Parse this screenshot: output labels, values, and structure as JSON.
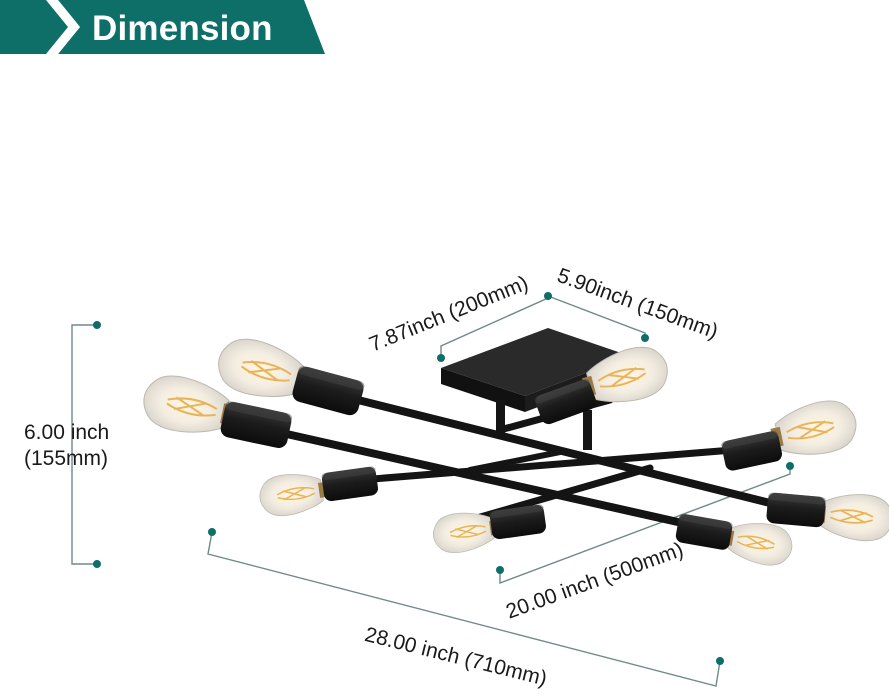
{
  "banner": {
    "title": "Dimension"
  },
  "dimensions": {
    "canopy_length": "7.87inch (200mm)",
    "canopy_width": "5.90inch (150mm)",
    "height_inch": "6.00 inch",
    "height_mm": "(155mm)",
    "width": "20.00 inch (500mm)",
    "length": "28.00 inch (710mm)"
  },
  "colors": {
    "accent": "#0e6e68",
    "fixture": "#1b1b1b",
    "bulb_glass": "#f3efe6",
    "filament": "#e8b35a"
  }
}
